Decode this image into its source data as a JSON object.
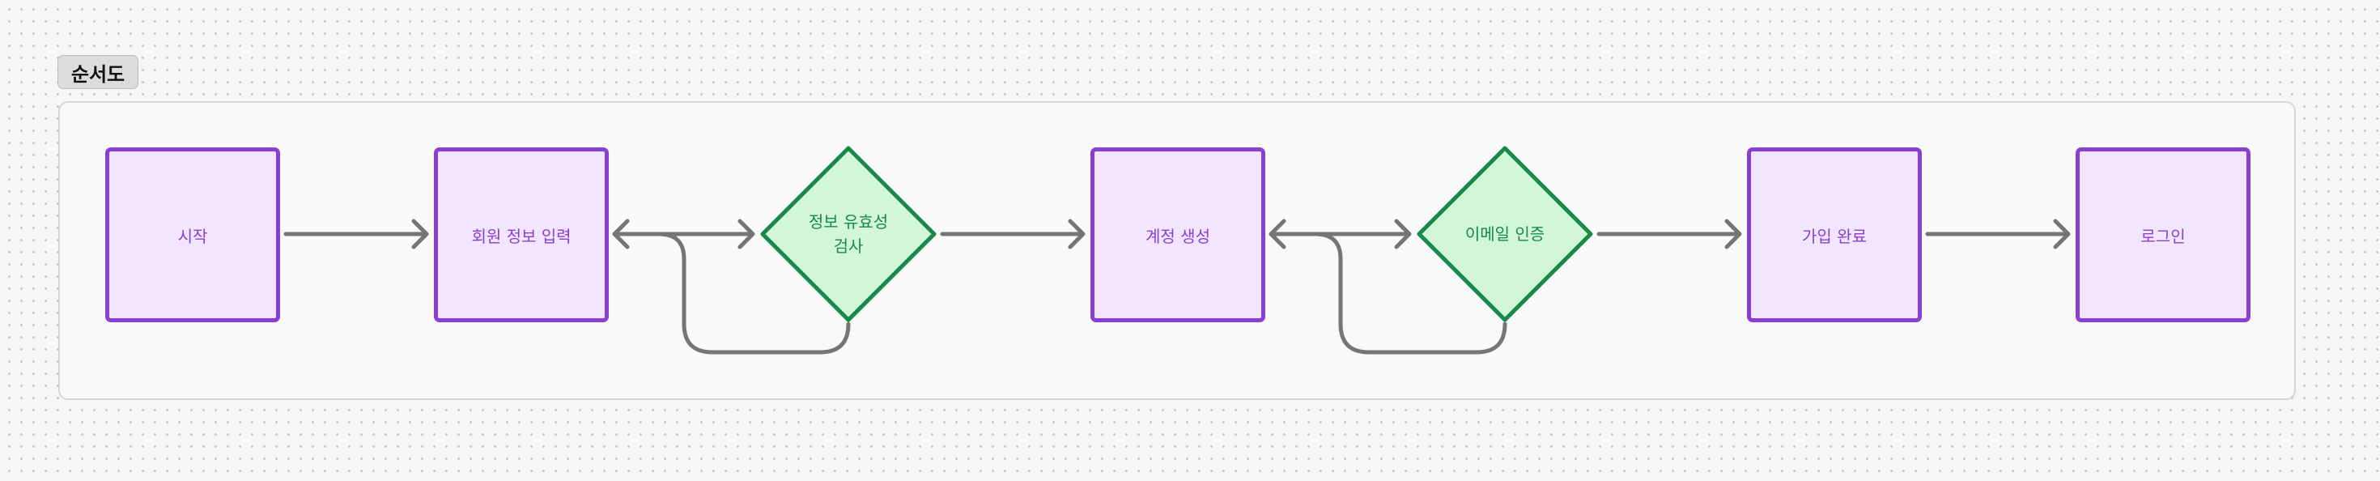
{
  "title": "순서도",
  "nodes": {
    "start": "시작",
    "enter_info": "회원 정보 입력",
    "validate": "정보 유효성\n검사",
    "create_account": "계정 생성",
    "email_verify": "이메일 인증",
    "signup_done": "가입 완료",
    "login": "로그인"
  },
  "colors": {
    "process_fill": "#f1e5ff",
    "process_stroke": "#8a3fd1",
    "decision_fill": "#d2f7d6",
    "decision_stroke": "#17894b",
    "edge": "#757575"
  }
}
